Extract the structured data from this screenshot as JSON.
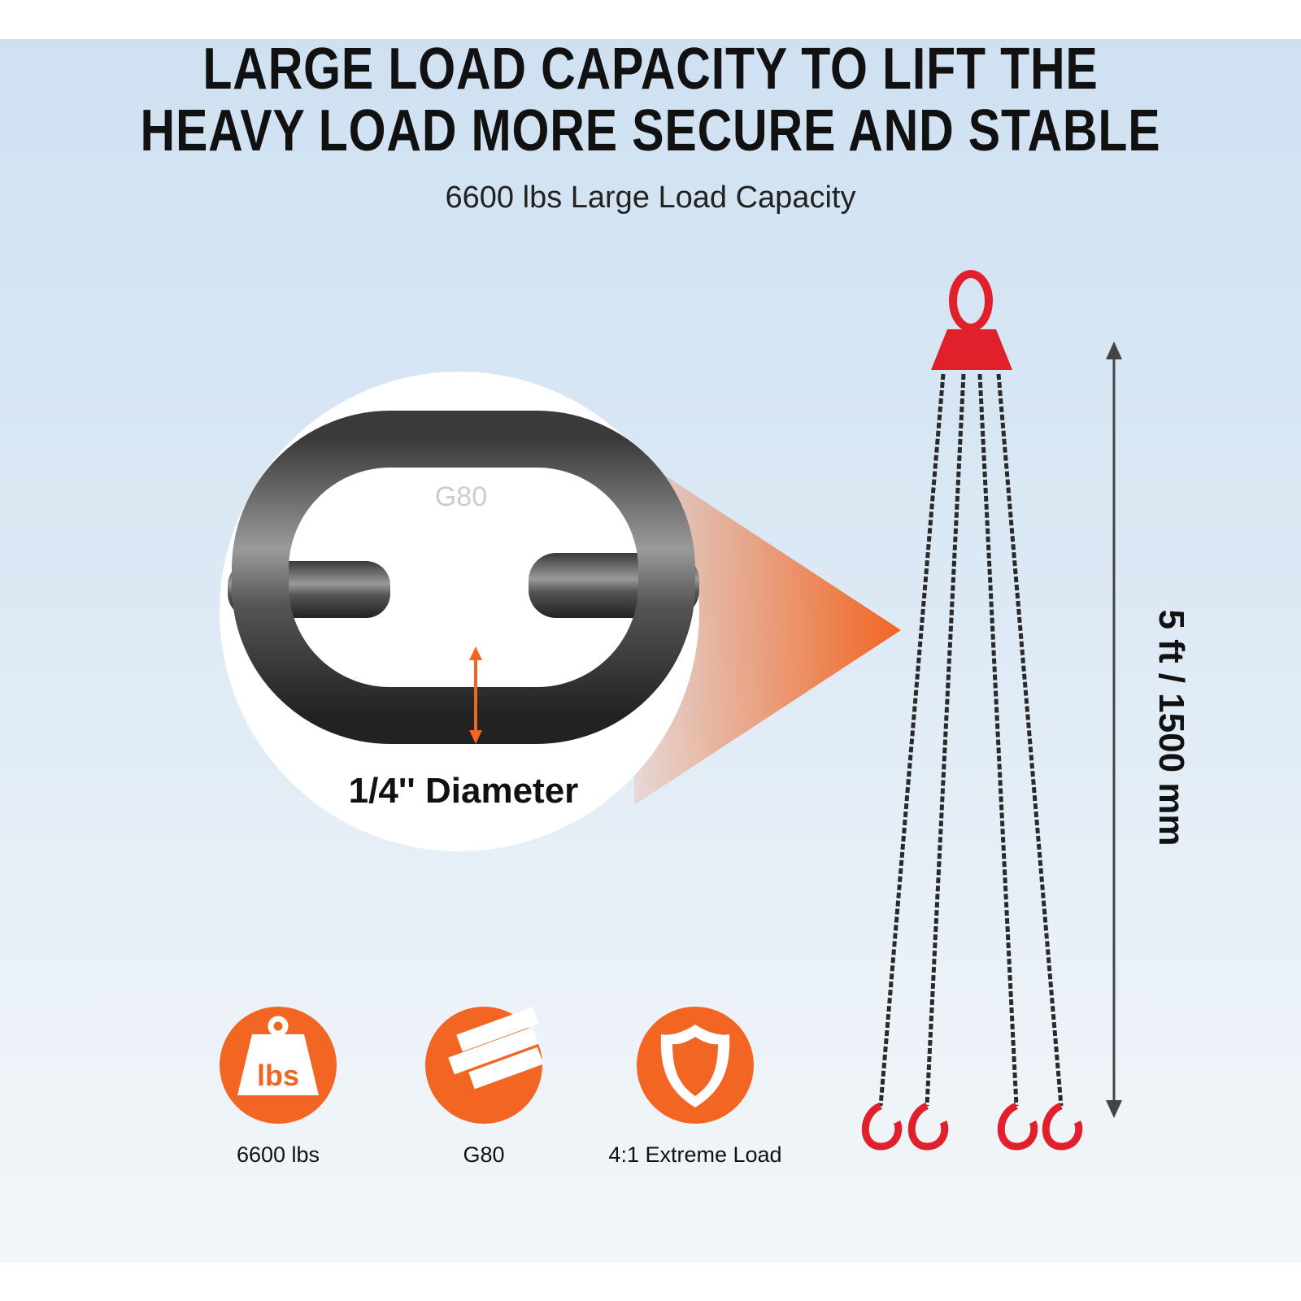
{
  "headline": {
    "line1": "LARGE LOAD CAPACITY TO LIFT THE",
    "line2": "HEAVY LOAD MORE SECURE AND STABLE"
  },
  "subtitle": "6600 lbs Large Load Capacity",
  "closeup": {
    "stamp": "G80",
    "diameter_label": "1/4'' Diameter"
  },
  "dimension_label": "5 ft / 1500 mm",
  "features": [
    {
      "icon": "weight-icon",
      "icon_text": "lbs",
      "label": "6600 lbs"
    },
    {
      "icon": "pipes-icon",
      "label": "G80"
    },
    {
      "icon": "shield-icon",
      "label": "4:1 Extreme Load"
    }
  ],
  "colors": {
    "accent": "#f26522",
    "hook_red": "#e0202a",
    "chain": "#2a2a2a"
  }
}
